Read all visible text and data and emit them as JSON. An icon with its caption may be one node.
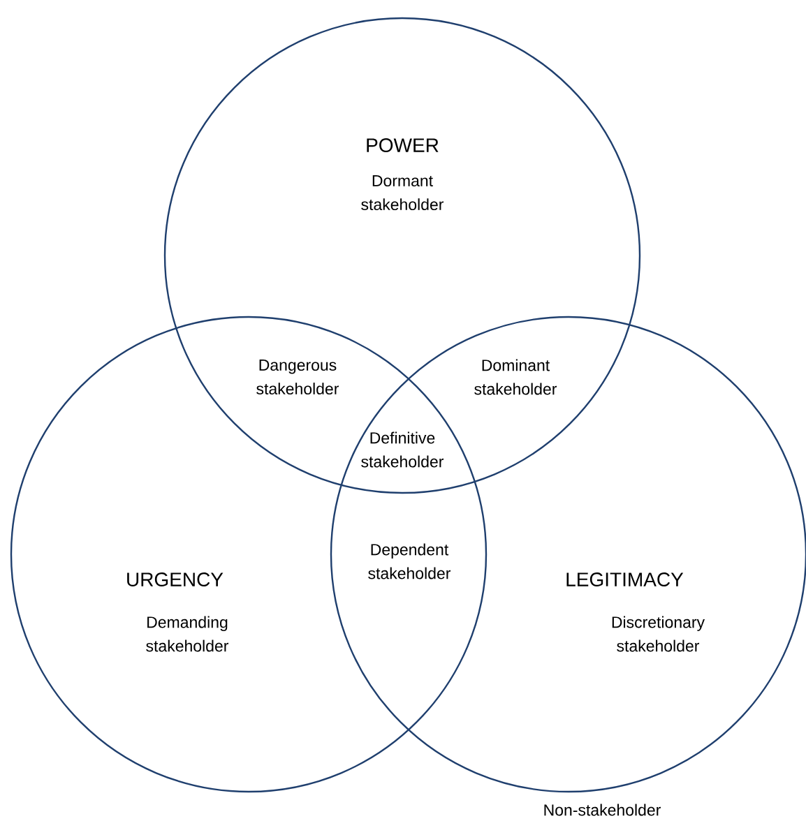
{
  "diagram": {
    "nodes": [
      {
        "text": [
          "POWER",
          "Dormant stakeholder"
        ]
      },
      {
        "text": [
          "URGENCY",
          "Demanding stakeholder"
        ]
      },
      {
        "text": [
          "LEGITIMACY",
          "Discretionary stakeholder"
        ]
      }
    ],
    "labels": [
      "Dangerous stakeholder",
      "Dominant stakeholder",
      "Definitive stakeholder",
      "Dependent stakeholder",
      "Non-stakeholder"
    ]
  }
}
